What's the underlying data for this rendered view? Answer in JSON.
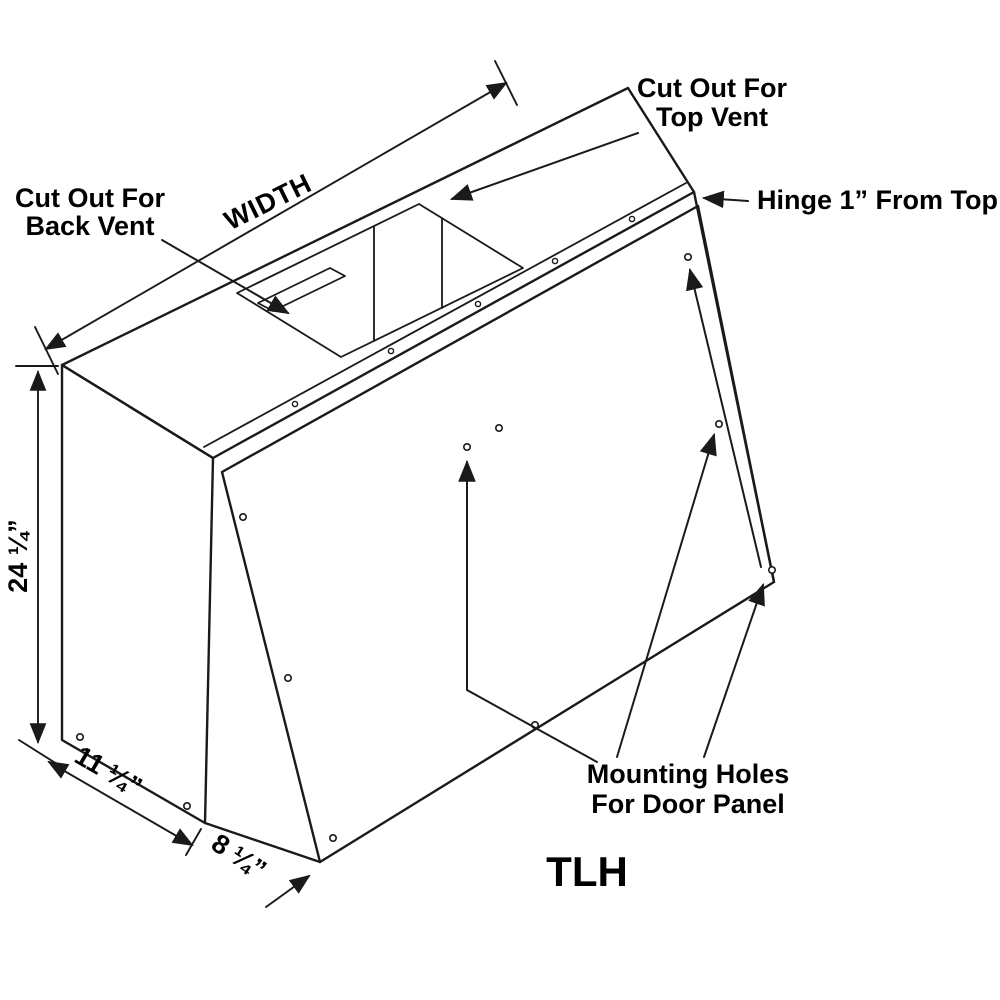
{
  "diagram": {
    "model": "TLH",
    "labels": {
      "top_vent_line1": "Cut Out For",
      "top_vent_line2": "Top Vent",
      "back_vent_line1": "Cut Out For",
      "back_vent_line2": "Back Vent",
      "hinge": "Hinge 1” From Top",
      "mounting_line1": "Mounting Holes",
      "mounting_line2": "For Door Panel"
    },
    "dimensions": {
      "width": "WIDTH",
      "height": "24 ¼”",
      "bottom_depth": "11 ¼”",
      "lower_depth": "8 ¼”"
    },
    "colors": {
      "line": "#1a1a1a",
      "text": "#000000",
      "background": "#ffffff"
    }
  }
}
